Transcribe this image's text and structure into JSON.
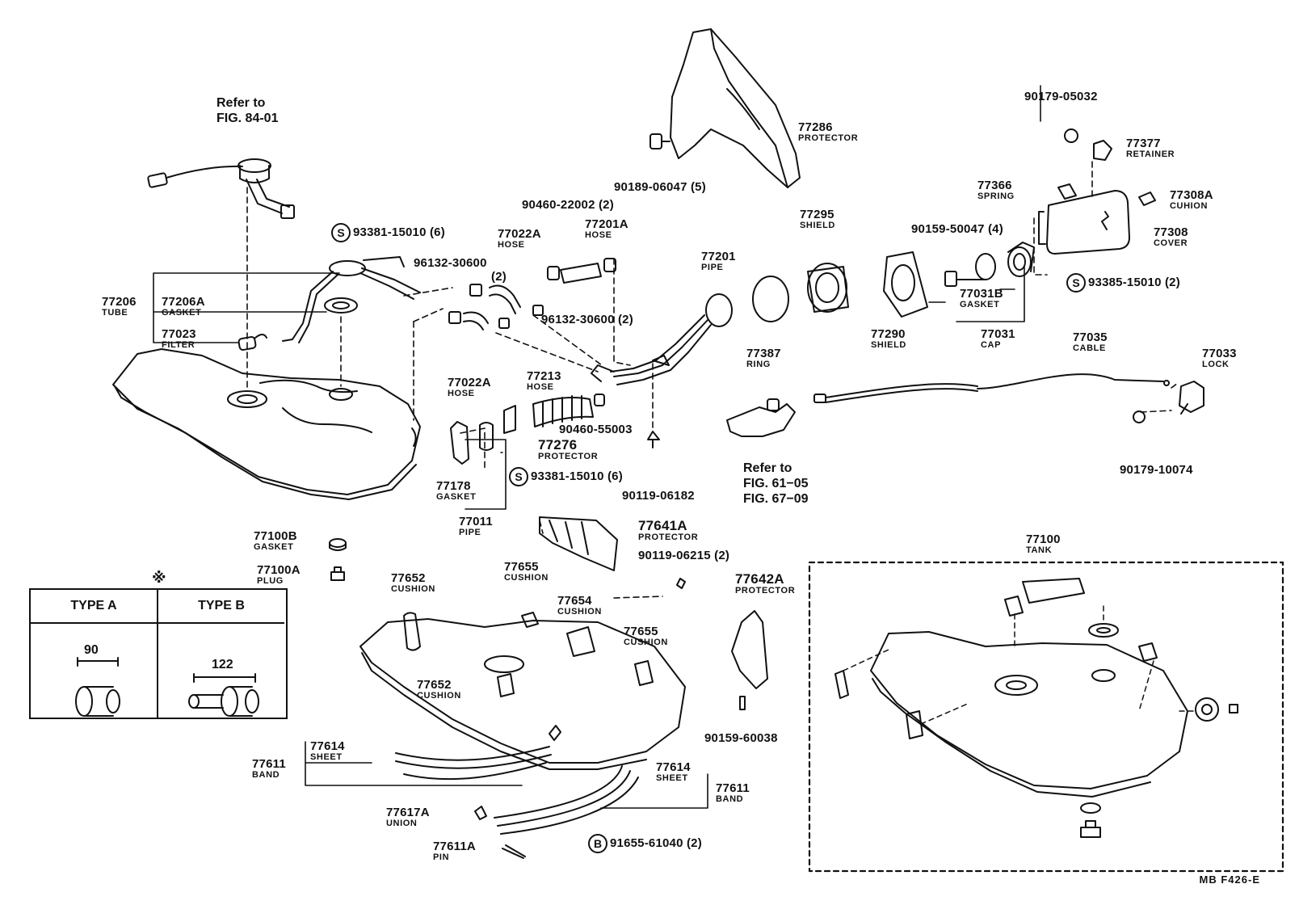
{
  "references": {
    "fuel_pump_ref": [
      "Refer to",
      "FIG. 84-01"
    ],
    "lock_ref": [
      "Refer to",
      "FIG. 61−05",
      "FIG. 67−09"
    ]
  },
  "parts": {
    "p90179_05032": {
      "num": "90179-05032"
    },
    "p77286": {
      "num": "77286",
      "name": "PROTECTOR"
    },
    "p77377": {
      "num": "77377",
      "name": "RETAINER"
    },
    "p90189_06047": {
      "num": "90189-06047 (5)"
    },
    "p77366": {
      "num": "77366",
      "name": "SPRING"
    },
    "p77308A": {
      "num": "77308A",
      "name": "CUHION"
    },
    "p77308": {
      "num": "77308",
      "name": "COVER"
    },
    "p93385_15010": {
      "num": "93385-15010 (2)",
      "marker": "S"
    },
    "p90460_22002": {
      "num": "90460-22002 (2)"
    },
    "p77201A": {
      "num": "77201A",
      "name": "HOSE"
    },
    "p77022A_top": {
      "num": "77022A",
      "name": "HOSE"
    },
    "p77295": {
      "num": "77295",
      "name": "SHIELD"
    },
    "p90159_50047": {
      "num": "90159-50047 (4)"
    },
    "p93381_15010_top": {
      "num": "93381-15010 (6)",
      "marker": "S"
    },
    "p96132_30600_a": {
      "num": "96132-30600",
      "extra": "(2)"
    },
    "p77201": {
      "num": "77201",
      "name": "PIPE"
    },
    "p77031B": {
      "num": "77031B",
      "name": "GASKET"
    },
    "p77206": {
      "num": "77206",
      "name": "TUBE"
    },
    "p77206A": {
      "num": "77206A",
      "name": "GASKET"
    },
    "p96132_30600_b": {
      "num": "96132-30600 (2)"
    },
    "p77023": {
      "num": "77023",
      "name": "FILTER"
    },
    "p77387": {
      "num": "77387",
      "name": "RING"
    },
    "p77290": {
      "num": "77290",
      "name": "SHIELD"
    },
    "p77031": {
      "num": "77031",
      "name": "CAP"
    },
    "p77035": {
      "num": "77035",
      "name": "CABLE"
    },
    "p77033": {
      "num": "77033",
      "name": "LOCK"
    },
    "p77022A_low": {
      "num": "77022A",
      "name": "HOSE"
    },
    "p77213": {
      "num": "77213",
      "name": "HOSE"
    },
    "p90460_55003": {
      "num": "90460-55003"
    },
    "p77276": {
      "num": "77276",
      "name": "PROTECTOR"
    },
    "p93381_15010_low": {
      "num": "93381-15010 (6)",
      "marker": "S"
    },
    "p77178": {
      "num": "77178",
      "name": "GASKET"
    },
    "p90119_06182": {
      "num": "90119-06182"
    },
    "p90179_10074": {
      "num": "90179-10074"
    },
    "p77011": {
      "num": "77011",
      "name": "PIPE"
    },
    "p77100B": {
      "num": "77100B",
      "name": "GASKET"
    },
    "p77100A": {
      "num": "77100A",
      "name": "PLUG"
    },
    "p77641A": {
      "num": "77641A",
      "name": "PROTECTOR"
    },
    "p90119_06215": {
      "num": "90119-06215 (2)"
    },
    "p77100": {
      "num": "77100",
      "name": "TANK"
    },
    "p77652_a": {
      "num": "77652",
      "name": "CUSHION"
    },
    "p77655_a": {
      "num": "77655",
      "name": "CUSHION"
    },
    "p77654": {
      "num": "77654",
      "name": "CUSHION"
    },
    "p77642A": {
      "num": "77642A",
      "name": "PROTECTOR"
    },
    "p77655_b": {
      "num": "77655",
      "name": "CUSHION"
    },
    "p77652_b": {
      "num": "77652",
      "name": "CUSHION"
    },
    "p90159_60038": {
      "num": "90159-60038"
    },
    "p77614_a": {
      "num": "77614",
      "name": "SHEET"
    },
    "p77611_a": {
      "num": "77611",
      "name": "BAND"
    },
    "p77614_b": {
      "num": "77614",
      "name": "SHEET"
    },
    "p77611_b": {
      "num": "77611",
      "name": "BAND"
    },
    "p77617A": {
      "num": "77617A",
      "name": "UNION"
    },
    "p91655_61040": {
      "num": "91655-61040 (2)",
      "marker": "B"
    },
    "p77611A": {
      "num": "77611A",
      "name": "PIN"
    }
  },
  "type_table": {
    "star": "※",
    "type_a": {
      "label": "TYPE A",
      "dim": "90"
    },
    "type_b": {
      "label": "TYPE B",
      "dim": "122"
    }
  },
  "footer": "MB  F426-E"
}
